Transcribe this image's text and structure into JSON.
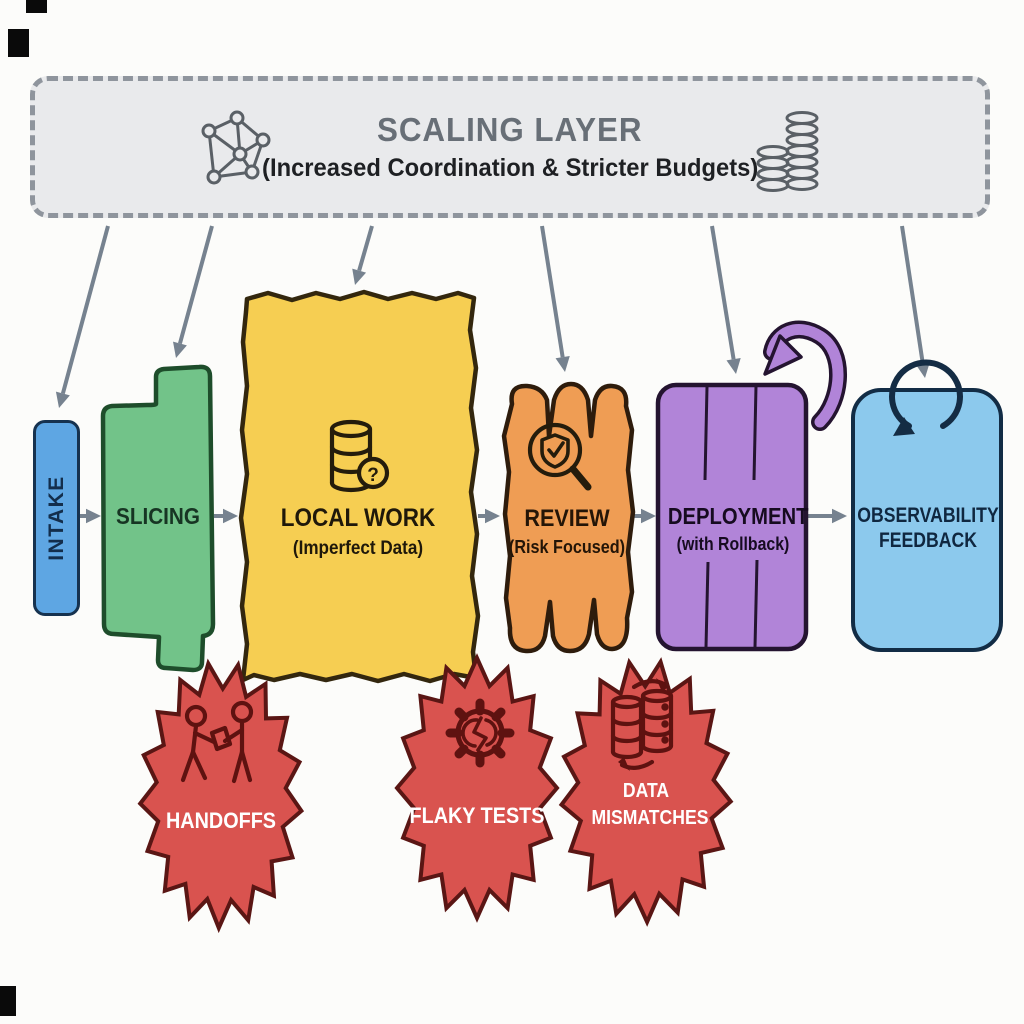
{
  "banner": {
    "title": "SCALING LAYER",
    "subtitle": "(Increased Coordination & Stricter Budgets)",
    "fill": "#e9eaec",
    "border_color": "#8f959d",
    "title_color": "#686f77",
    "left_icon": "network-icon",
    "right_icon": "coins-icon"
  },
  "stages": [
    {
      "id": "intake",
      "label": "INTAKE",
      "fill": "#5ea6e3"
    },
    {
      "id": "slicing",
      "label": "SLICING",
      "fill": "#72c389"
    },
    {
      "id": "local_work",
      "label": "LOCAL WORK",
      "sublabel": "(Imperfect Data)",
      "fill": "#f6ce52",
      "icon": "database-question-icon"
    },
    {
      "id": "review",
      "label": "REVIEW",
      "sublabel": "(Risk Focused)",
      "fill": "#ef9d54",
      "icon": "shield-magnifier-icon"
    },
    {
      "id": "deployment",
      "label": "DEPLOYMENT",
      "sublabel": "(with Rollback)",
      "fill": "#b184d8",
      "icon": "rollback-arrow-icon"
    },
    {
      "id": "observability",
      "label": "OBSERVABILITY FEEDBACK",
      "fill": "#8cc9ed",
      "icon": "refresh-icon"
    }
  ],
  "pain_points": [
    {
      "id": "handoffs",
      "label": "HANDOFFS",
      "icon": "handoff-people-icon"
    },
    {
      "id": "flaky_tests",
      "label": "FLAKY TESTS",
      "icon": "gear-crack-icon"
    },
    {
      "id": "data_mismatches",
      "label": "DATA MISMATCHES",
      "icon": "database-sync-icon"
    }
  ],
  "pain_style": {
    "fill": "#d9534f",
    "border": "#5a1614",
    "text_color": "#ffffff"
  },
  "icons": {
    "question_mark": "?"
  },
  "arrow_color": "#76828f"
}
